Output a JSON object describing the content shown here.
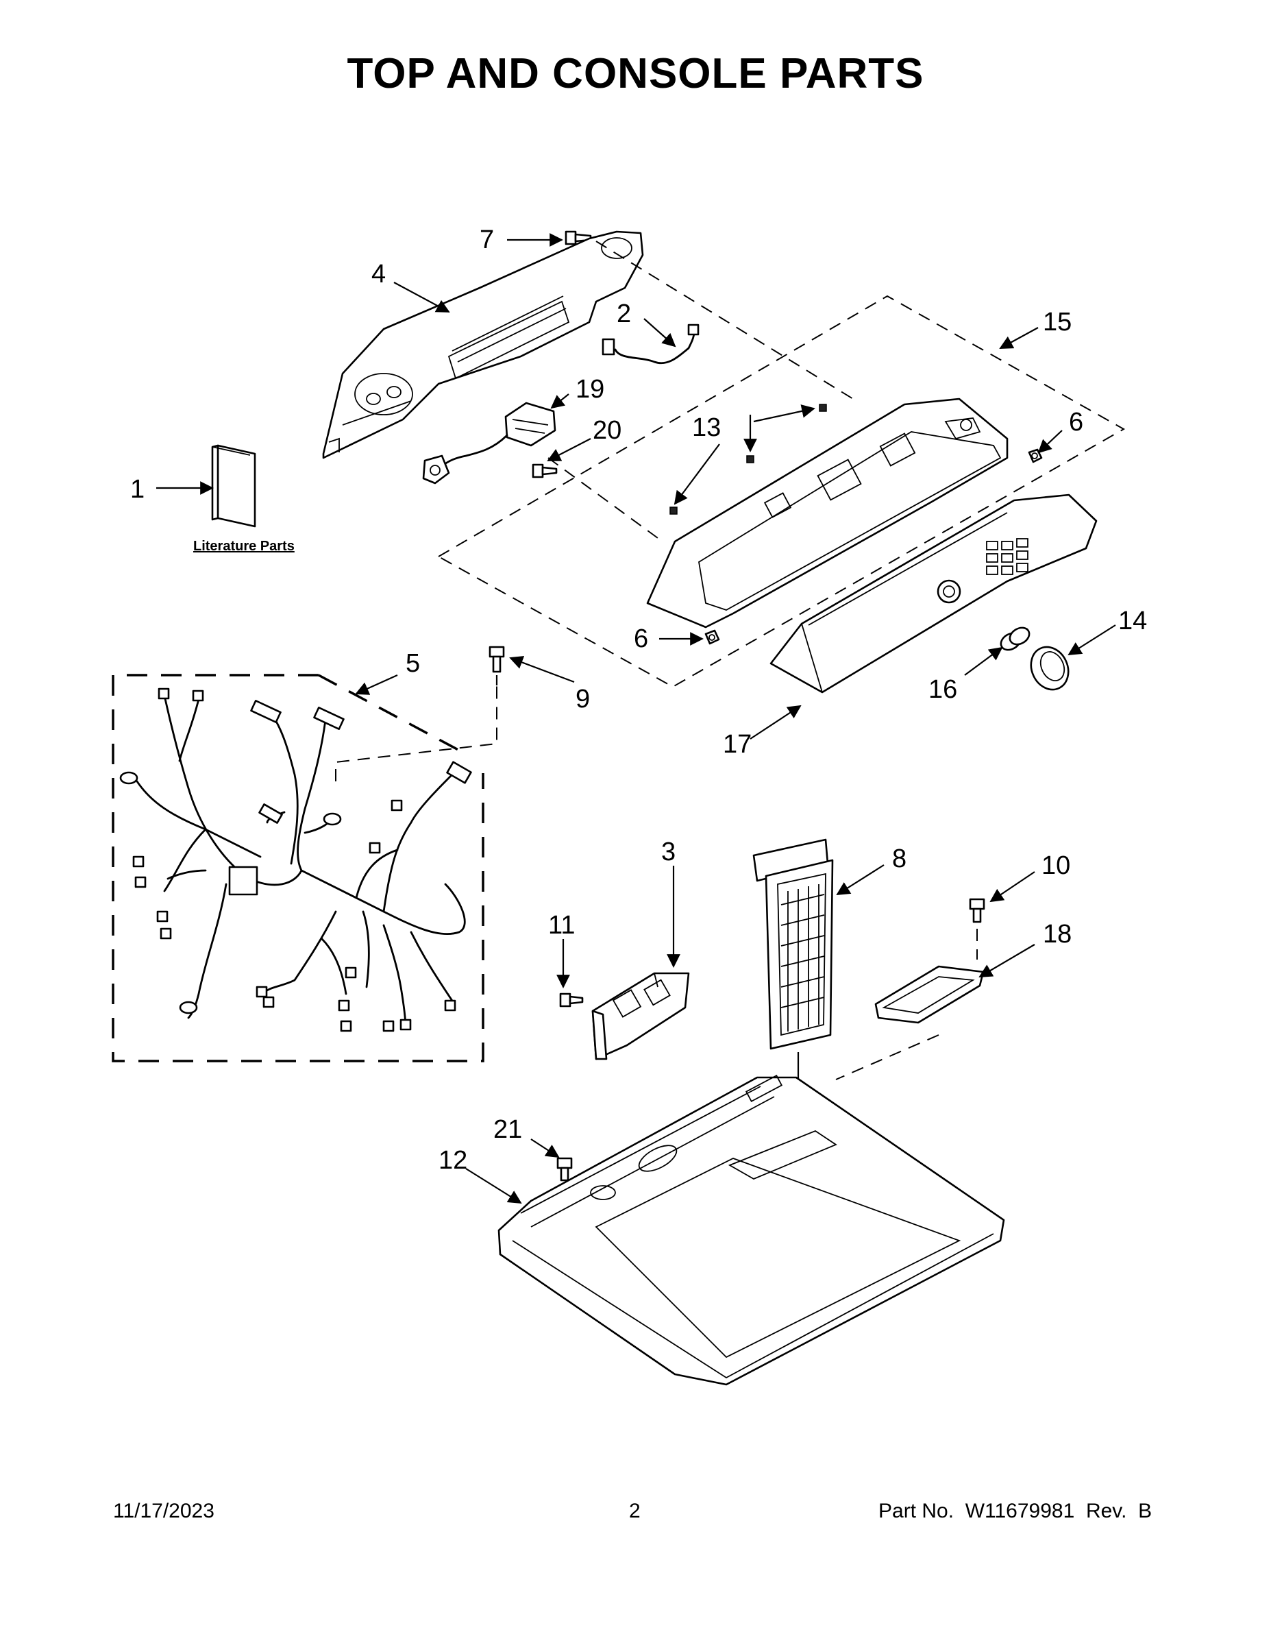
{
  "title": "TOP AND CONSOLE PARTS",
  "labels": {
    "p1": "1",
    "p2": "2",
    "p3": "3",
    "p4": "4",
    "p5": "5",
    "p6a": "6",
    "p6b": "6",
    "p7": "7",
    "p8": "8",
    "p9": "9",
    "p10": "10",
    "p11": "11",
    "p12": "12",
    "p13": "13",
    "p14": "14",
    "p15": "15",
    "p16": "16",
    "p17": "17",
    "p18": "18",
    "p19": "19",
    "p20": "20",
    "p21": "21"
  },
  "literature_label": "Literature Parts",
  "footer": {
    "date": "11/17/2023",
    "page": "2",
    "part_no": "Part No.  W11679981  Rev.  B"
  }
}
